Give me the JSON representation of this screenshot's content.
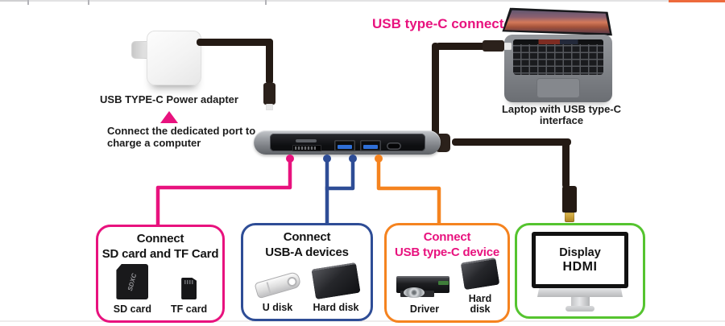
{
  "colors": {
    "magenta": "#e8127e",
    "navy_blue": "#2e4d96",
    "orange": "#f5831f",
    "green": "#55c42f",
    "usb_port_blue": "#2f6fd6",
    "cable_black": "#241a14",
    "hdmi_gold": "#c49a33",
    "top_edge_orange": "#ed6a3c"
  },
  "power_adapter": {
    "label": "USB TYPE-C Power adapter",
    "note_line1": "Connect the dedicated port to",
    "note_line2": "charge a computer"
  },
  "usbc_connector_label": "USB type-C connector",
  "laptop": {
    "caption_line1": "Laptop with USB type-C",
    "caption_line2": "interface"
  },
  "sd_card_logo": "SDXC",
  "icons": {
    "power-adapter-icon": "css-shape",
    "usb-c-plug-icon": "css-shape",
    "laptop-icon": "css-shape",
    "hub-device-icon": "css-shape",
    "hdmi-plug-icon": "css-shape",
    "sd-card-icon": "css-shape",
    "tf-card-icon": "css-shape",
    "u-disk-icon": "css-shape",
    "hard-disk-icon": "css-shape",
    "optical-driver-icon": "css-shape",
    "monitor-icon": "css-shape",
    "up-triangle-icon": "css-triangle"
  },
  "cards": [
    {
      "title_line1": "Connect",
      "title_line2": "SD card and TF Card",
      "accent": "#e8127e",
      "items": [
        {
          "label": "SD card"
        },
        {
          "label": "TF card"
        }
      ]
    },
    {
      "title_line1": "Connect",
      "title_line2": "USB-A devices",
      "accent": "#2e4d96",
      "items": [
        {
          "label": "U disk"
        },
        {
          "label": "Hard disk"
        }
      ]
    },
    {
      "title_line1": "Connect",
      "title_line2": "USB type-C device",
      "accent": "#f5831f",
      "title_color": "#e8127e",
      "items": [
        {
          "label": "Driver"
        },
        {
          "label": "Hard disk"
        }
      ]
    },
    {
      "accent": "#55c42f",
      "monitor_line1": "Display",
      "monitor_line2": "HDMI"
    }
  ]
}
